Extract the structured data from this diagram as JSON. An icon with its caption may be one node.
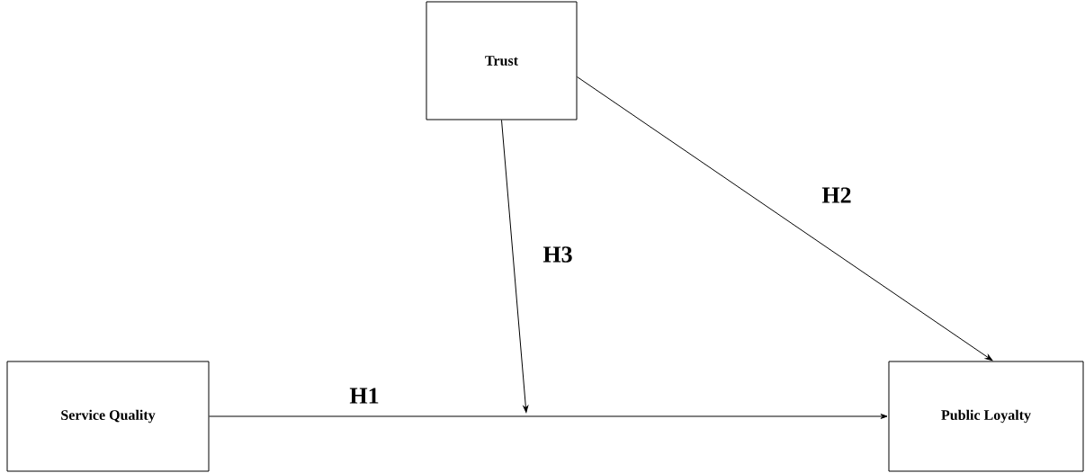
{
  "diagram": {
    "nodes": [
      {
        "text": [
          "Trust"
        ]
      },
      {
        "text": [
          "Service Quality"
        ]
      },
      {
        "text": [
          "Public Loyalty"
        ]
      }
    ],
    "edges": [
      {
        "from": 1,
        "to": 2,
        "arrow": "to",
        "label": "H1"
      },
      {
        "from": 0,
        "to": 2,
        "arrow": "to",
        "label": "H2"
      },
      {
        "from": 0,
        "to": null,
        "arrow": "to",
        "label": "H3"
      }
    ]
  }
}
